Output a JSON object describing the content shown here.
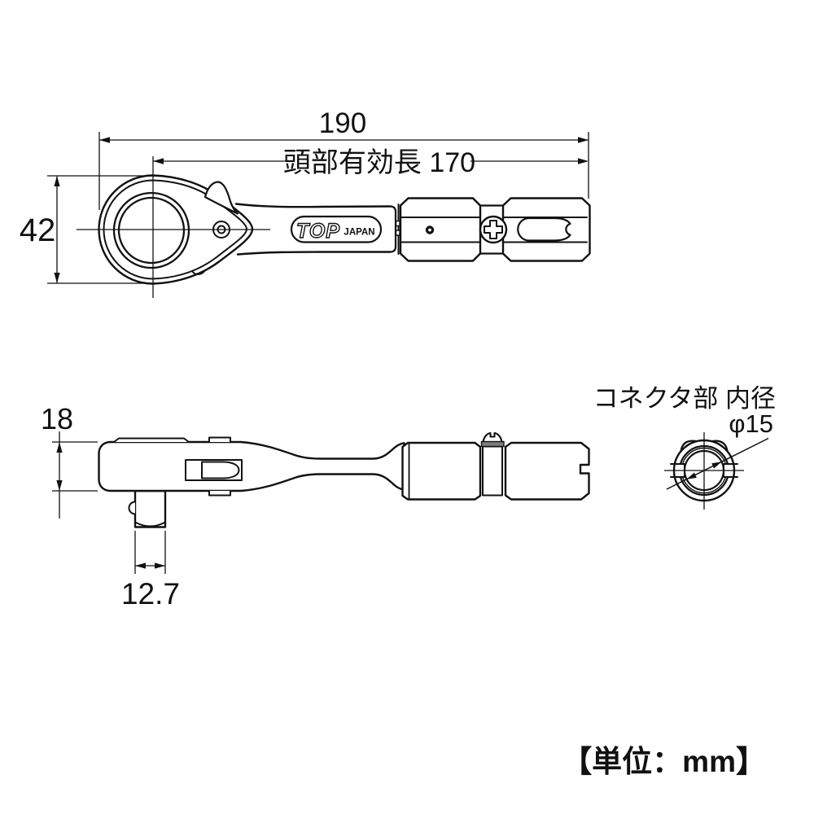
{
  "labels": {
    "overall_length": "190",
    "head_effective_length": "頭部有効長 170",
    "head_width": "42",
    "side_thickness": "18",
    "square_drive_width": "12.7",
    "connector_caption": "コネクタ部 内径",
    "connector_inner_diameter": "φ15",
    "unit_note": "【単位：mm】",
    "brand_logo": "TOP",
    "brand_origin": "JAPAN"
  },
  "dimensions_mm": {
    "overall_length": 190,
    "head_effective_length": 170,
    "head_width": 42,
    "thickness": 18,
    "square_drive": 12.7,
    "connector_inner_diameter": 15
  },
  "colors": {
    "background": "#ffffff",
    "line": "#111111",
    "ring_shade": "#7d7d7d"
  }
}
